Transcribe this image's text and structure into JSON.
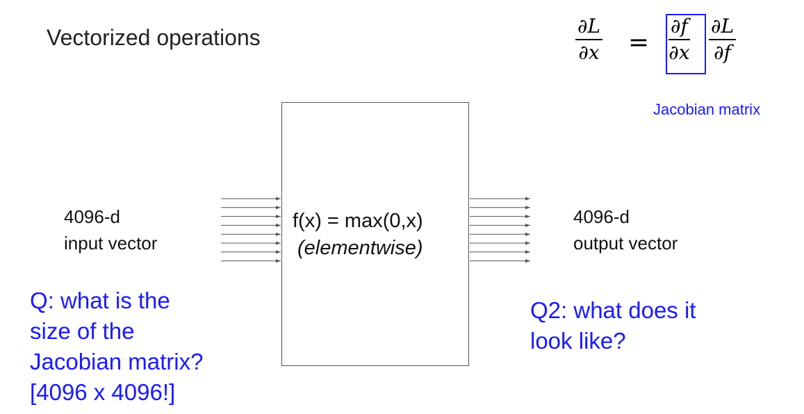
{
  "title": "Vectorized operations",
  "equation": {
    "lhs": {
      "numerator": "∂L",
      "denominator": "∂x"
    },
    "equals": "=",
    "highlighted": {
      "numerator": "∂f",
      "denominator": "∂x"
    },
    "rhs": {
      "numerator": "∂L",
      "denominator": "∂f"
    }
  },
  "jacobian_label": "Jacobian matrix",
  "function_box": {
    "line1": "f(x) = max(0,x)",
    "line2": "(elementwise)"
  },
  "input": {
    "line1": "4096-d",
    "line2": "input vector"
  },
  "output": {
    "line1": "4096-d",
    "line2": "output vector"
  },
  "question1": {
    "lines": [
      "Q: what is the",
      "size of the",
      "Jacobian matrix?",
      "[4096 x 4096!]"
    ]
  },
  "question2": {
    "lines": [
      "Q2: what does it",
      "look like?"
    ]
  },
  "colors": {
    "accent_blue": "#1a1aff",
    "text": "#111111",
    "arrow": "#555555"
  }
}
